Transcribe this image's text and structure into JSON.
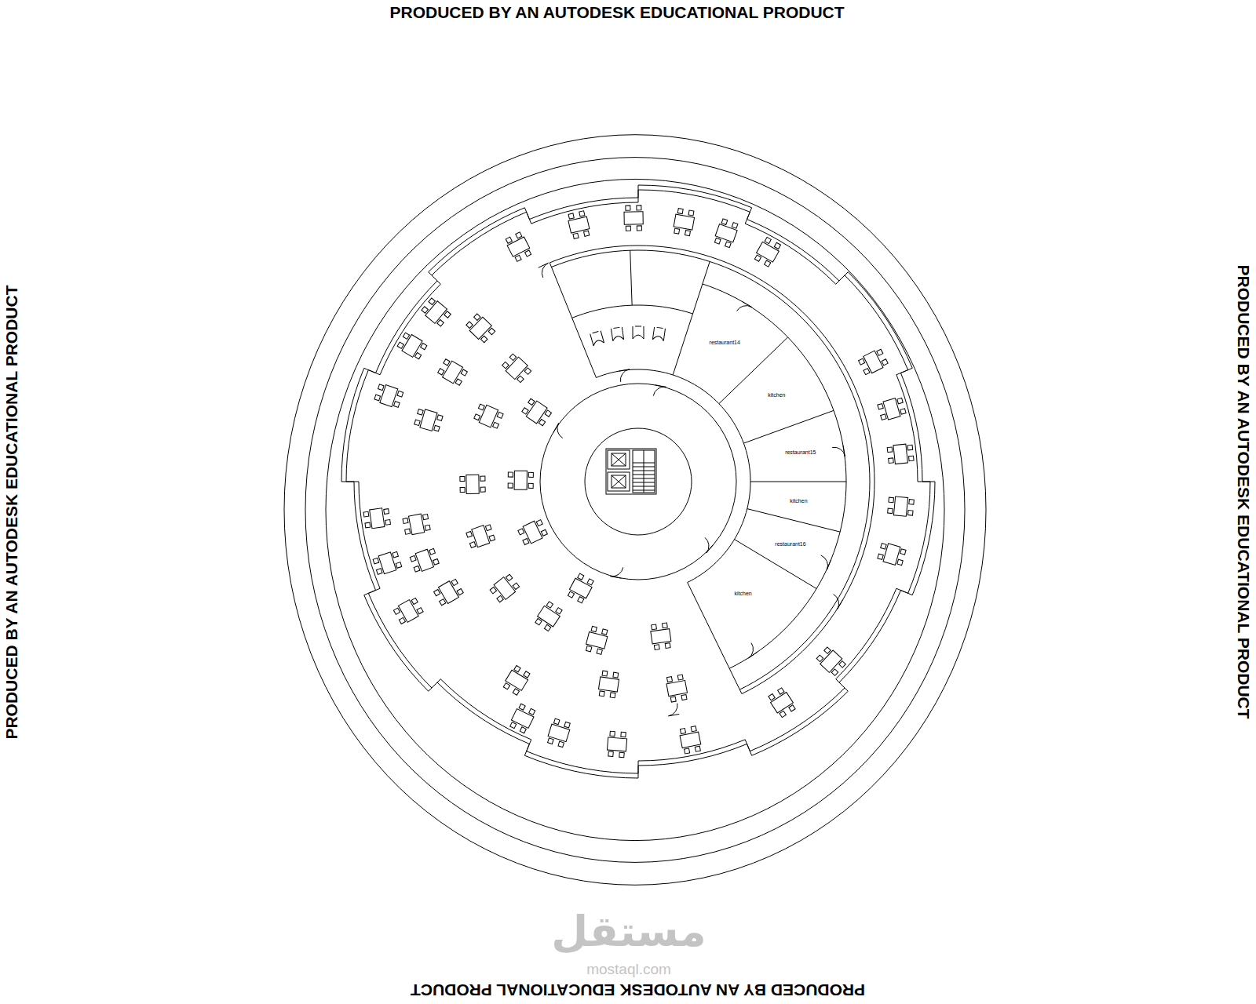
{
  "diagram": {
    "nodes": [
      {
        "text": [
          "restaurant14"
        ]
      },
      {
        "text": [
          "kitchen"
        ]
      },
      {
        "text": [
          "restaurant15"
        ]
      },
      {
        "text": [
          "kitchen"
        ]
      },
      {
        "text": [
          "restaurant16"
        ]
      },
      {
        "text": [
          "kitchen"
        ]
      }
    ],
    "labels": [
      "PRODUCED BY AN AUTODESK EDUCATIONAL PRODUCT",
      "PRODUCED BY AN AUTODESK EDUCATIONAL PRODUCT",
      "PRODUCED BY AN AUTODESK EDUCATIONAL PRODUCT",
      "PRODUCED BY AN AUTODESK EDUCATIONAL PRODUCT",
      "مستقل",
      "mostaql.com"
    ]
  }
}
